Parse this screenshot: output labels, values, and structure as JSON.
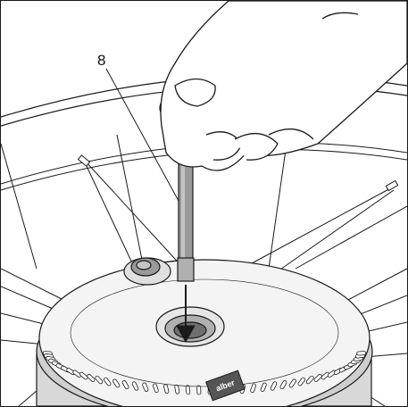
{
  "callout": {
    "label": "8"
  },
  "logo": {
    "text": "alber"
  },
  "colors": {
    "line": "#1a1a1a",
    "shade": "#9a9a9a",
    "shade_light": "#c4c4c4",
    "shade_dark": "#6f6f6f",
    "hub_face": "#f4f4f4",
    "logo_bg": "#555555"
  },
  "parts": [
    "wheel-rim",
    "spokes",
    "hub",
    "axle-pin",
    "pin-knob",
    "insertion-arrow",
    "hand"
  ]
}
